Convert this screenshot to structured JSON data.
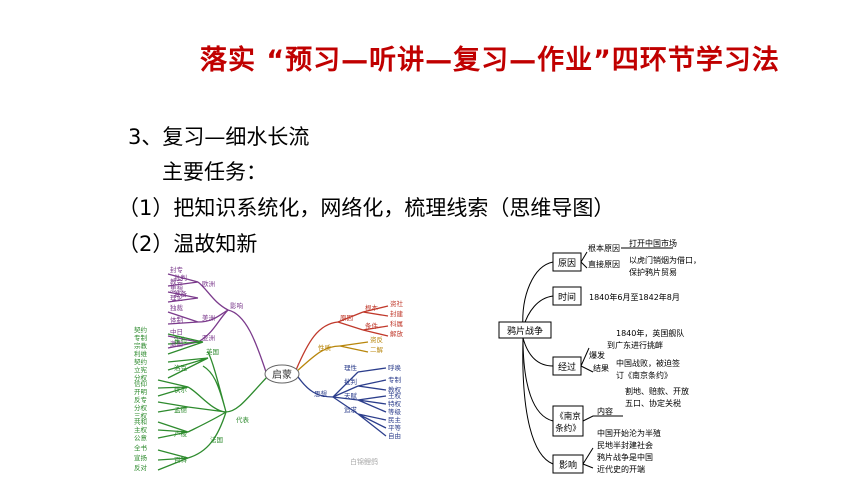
{
  "slide": {
    "title": "落实 “预习—听讲—复习—作业”四环节学习法",
    "heading": "3、复习—细水长流",
    "task_label": "主要任务：",
    "point1": "（1）把知识系统化，网络化，梳理线索（思维导图）",
    "point2": "（2）温故知新"
  },
  "mindmap_left": {
    "center": "启蒙",
    "watermark": "白锦鲤鸽",
    "upper_groups": [
      {
        "label": "欧洲",
        "items": [
          "批判",
          "准备"
        ],
        "leaves": [
          "封专",
          "教会",
          "思想",
          "理论"
        ]
      },
      {
        "label": "美洲",
        "items": [
          "独裁",
          "体制"
        ],
        "leaves": []
      },
      {
        "label": "亚洲",
        "items": [
          "中日",
          "激励"
        ],
        "leaves": []
      }
    ],
    "upper_parent": "影响",
    "right_groups": [
      {
        "label": "原因",
        "items": [
          "根本",
          "条件"
        ],
        "leaves": [
          "资社",
          "封建",
          "科属",
          "解放"
        ]
      },
      {
        "label": "性质",
        "items": [
          "资反",
          "二解"
        ],
        "leaves": []
      },
      {
        "label": "思想",
        "items": [
          "理性",
          "批判",
          "天赋",
          "法治",
          "追求"
        ],
        "leaves": [
          "呼唤",
          "专制",
          "教权",
          "王权",
          "特权",
          "等级",
          "民主",
          "平等",
          "自由"
        ]
      }
    ],
    "lower_parent": "代表",
    "lower_groups": [
      {
        "label": "霍布",
        "leaves": [
          "契约",
          "专制",
          "宗教",
          "利维"
        ]
      },
      {
        "label": "英国",
        "leaves": []
      },
      {
        "label": "洛克",
        "leaves": [
          "契约",
          "立宪",
          "分权"
        ]
      },
      {
        "label": "伏尔",
        "leaves": [
          "信仰",
          "开明",
          "反专",
          "立宪"
        ]
      },
      {
        "label": "孟德",
        "leaves": [
          "分权",
          "三权"
        ]
      },
      {
        "label": "卢梭",
        "leaves": [
          "共和",
          "主权",
          "公意"
        ]
      },
      {
        "label": "法国",
        "leaves": []
      },
      {
        "label": "百科",
        "leaves": [
          "全书",
          "宣扬",
          "反对"
        ]
      }
    ]
  },
  "mindmap_right": {
    "center": "鸦片战争",
    "branches": {
      "cause": {
        "label": "原因",
        "root": "根本原因",
        "root_text": "打开中国市场",
        "direct": "直接原因",
        "direct_text_1": "以虎门销烟为借口，",
        "direct_text_2": "保护鸦片贸易"
      },
      "time": {
        "label": "时间",
        "text": "1840年6月至1842年8月"
      },
      "process": {
        "label": "经过",
        "outbreak": "爆发",
        "outbreak_text_1": "1840年，英国舰队",
        "outbreak_text_2": "到广东进行挑衅",
        "result": "结果",
        "result_text_1": "中国战败，被迫签",
        "result_text_2": "订《南京条约》"
      },
      "treaty": {
        "label_1": "《南京",
        "label_2": "条约》",
        "content": "内容",
        "content_text_1": "割地、赔款、开放",
        "content_text_2": "五口、协定关税"
      },
      "impact": {
        "label": "影响",
        "text_1": "中国开始沦为半殖",
        "text_2": "民地半封建社会",
        "text_3": "鸦片战争是中国",
        "text_4": "近代史的开端"
      }
    }
  }
}
